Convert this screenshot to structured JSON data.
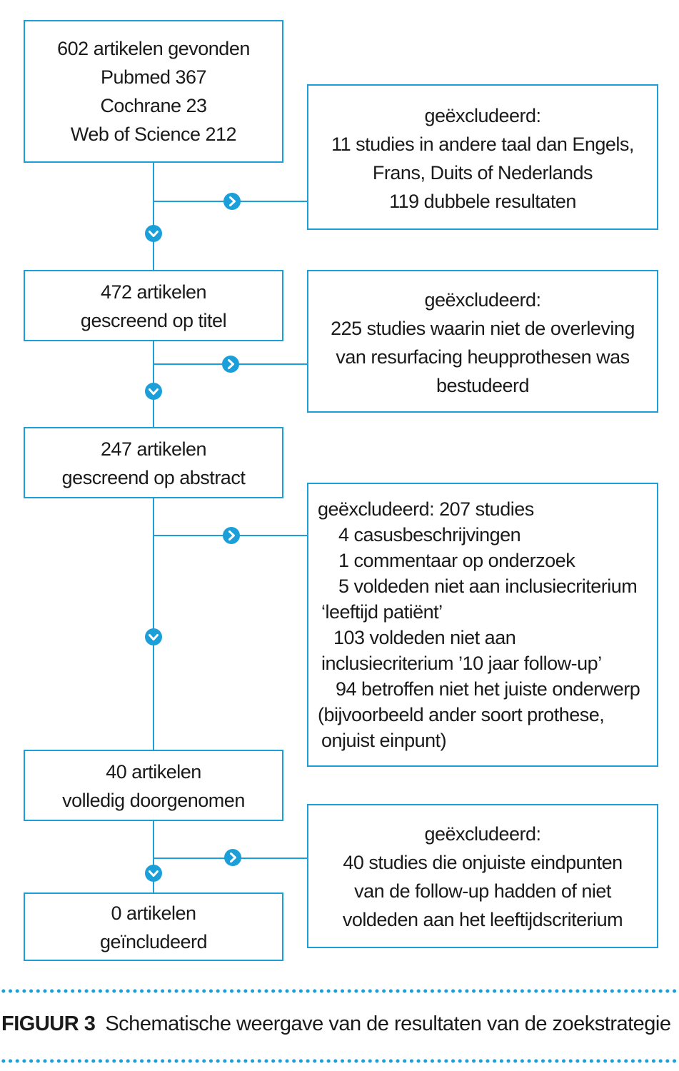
{
  "palette": {
    "blue": "#1b9fd9",
    "text": "#1a1a1a",
    "background": "#ffffff"
  },
  "icons": {
    "branch_arrow": "chevron-right-circle",
    "flow_arrow": "chevron-down-circle"
  },
  "flow": {
    "left_boxes": [
      {
        "lines": [
          "602 artikelen gevonden",
          "Pubmed 367",
          "Cochrane 23",
          "Web of Science 212"
        ]
      },
      {
        "lines": [
          "472 artikelen",
          "gescreend op titel"
        ]
      },
      {
        "lines": [
          "247 artikelen",
          "gescreend op abstract"
        ]
      },
      {
        "lines": [
          "40 artikelen",
          "volledig doorgenomen"
        ]
      },
      {
        "lines": [
          "0 artikelen",
          "geïncludeerd"
        ]
      }
    ],
    "right_boxes": [
      {
        "lines": [
          "geëxcludeerd:",
          "11 studies in andere taal dan Engels,",
          "Frans, Duits of Nederlands",
          "119 dubbele resultaten"
        ]
      },
      {
        "lines": [
          "geëxcludeerd:",
          "225 studies waarin niet de overleving",
          "van resurfacing heupprothesen was",
          "bestudeerd"
        ]
      },
      {
        "lines": [
          "geëxcludeerd: 207 studies",
          "4 casusbeschrijvingen",
          "1 commentaar op onderzoek",
          "5 voldeden niet aan inclusiecriterium",
          "‘leeftijd patiënt’",
          "103 voldeden niet aan",
          "inclusiecriterium ’10 jaar follow-up’",
          "94 betroffen niet het juiste onderwerp",
          "(bijvoorbeeld ander soort prothese,",
          "onjuist einpunt)"
        ]
      },
      {
        "lines": [
          "geëxcludeerd:",
          "40 studies die onjuiste eindpunten",
          "van de follow-up hadden of niet",
          "voldeden aan het leeftijdscriterium"
        ]
      }
    ]
  },
  "caption": {
    "label": "FIGUUR 3",
    "text": "Schematische weergave van de resultaten van de zoekstrategie"
  }
}
